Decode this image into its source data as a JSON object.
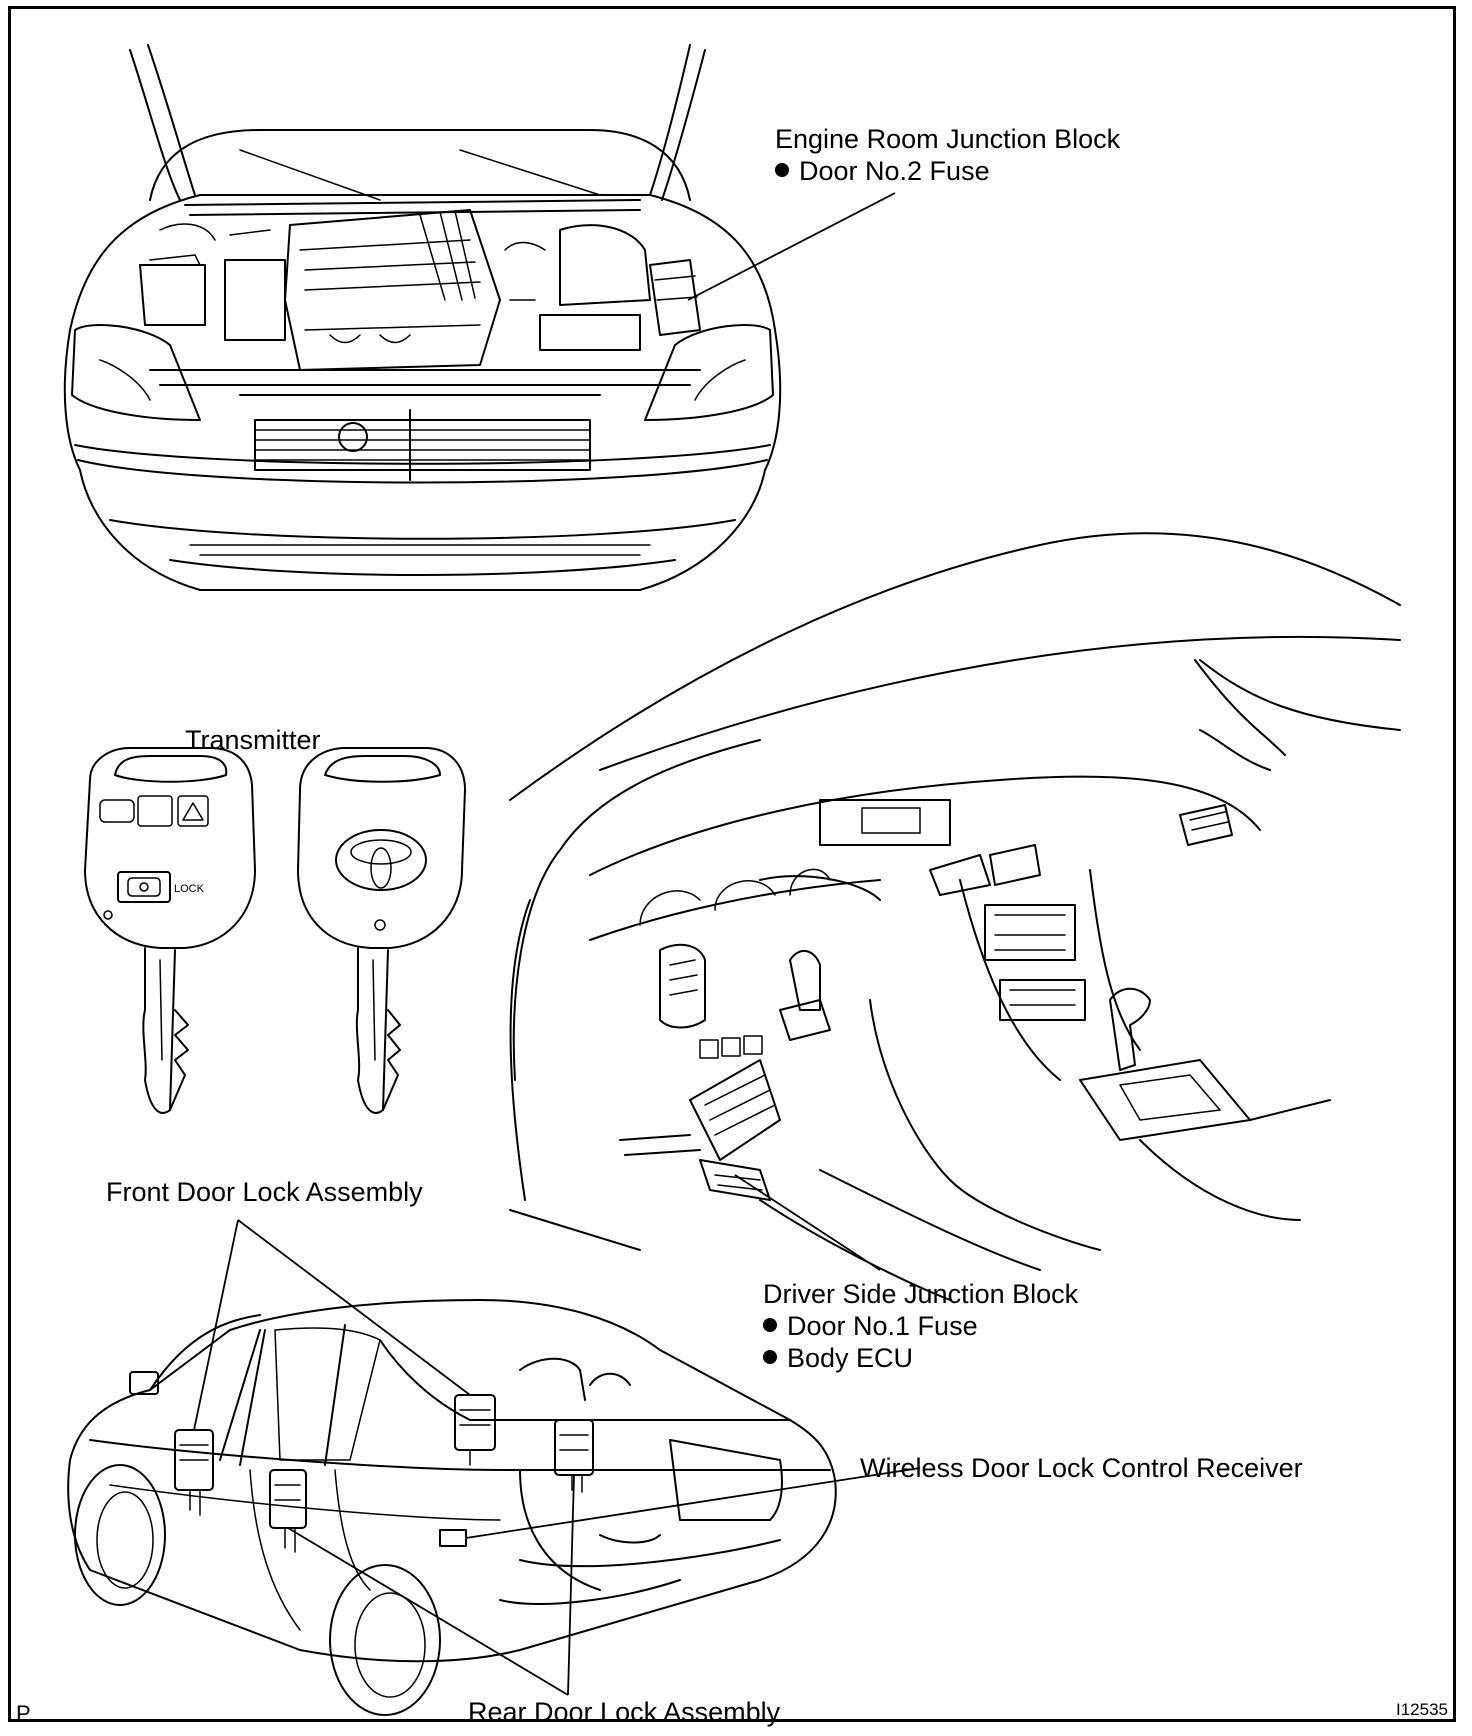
{
  "labels": {
    "engine_room_title": "Engine Room Junction Block",
    "engine_room_item": "Door No.2 Fuse",
    "transmitter": "Transmitter",
    "driver_side_title": "Driver Side Junction Block",
    "driver_side_items": [
      "Door No.1 Fuse",
      "Body ECU"
    ],
    "front_door_lock": "Front Door Lock Assembly",
    "wireless_receiver": "Wireless Door Lock Control Receiver",
    "rear_door_lock": "Rear Door Lock Assembly"
  },
  "corner": {
    "left": "P",
    "right": "I12535"
  }
}
